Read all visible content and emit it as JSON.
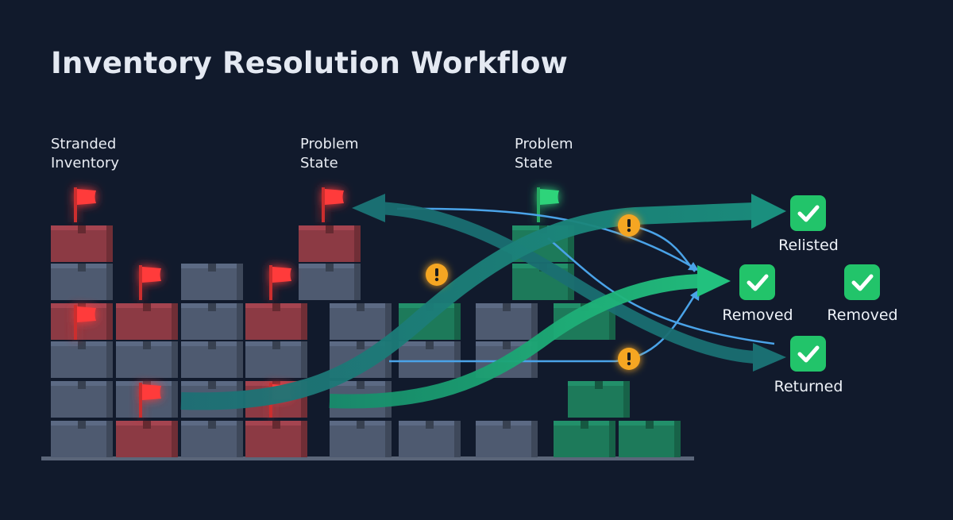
{
  "title": "Inventory Resolution Workflow",
  "labels": {
    "stranded": [
      "Stranded",
      "Inventory"
    ],
    "problem_1": [
      "Problem",
      "State"
    ],
    "problem_2": [
      "Problem",
      "State"
    ]
  },
  "outcomes": {
    "relisted": "Relisted",
    "removed_1": "Removed",
    "removed_2": "Removed",
    "returned": "Returned"
  },
  "colors": {
    "background": "#111a2c",
    "box_gray": "#4e5a70",
    "box_red": "#8c3a44",
    "box_green": "#1d7a5a",
    "flag_red": "#ff3b3b",
    "flag_green": "#2fd47a",
    "warning": "#f5a623",
    "arrow_teal": "#1a7f7a",
    "arrow_green": "#1fb47a",
    "arrow_blue": "#4aa3e8",
    "check_green": "#22c46a"
  },
  "icons": {
    "flag": "flag-icon",
    "warning": "warning-icon",
    "check": "check-icon"
  }
}
